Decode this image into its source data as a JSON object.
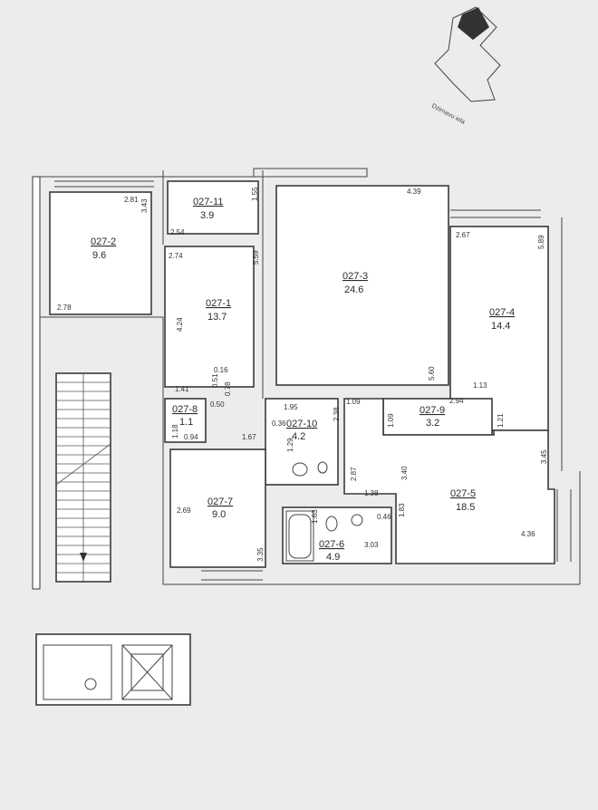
{
  "compass_street": "Dzirnavu iela",
  "rooms": [
    {
      "id": "027-2",
      "area": "9.6"
    },
    {
      "id": "027-11",
      "area": "3.9"
    },
    {
      "id": "027-3",
      "area": "24.6"
    },
    {
      "id": "027-4",
      "area": "14.4"
    },
    {
      "id": "027-1",
      "area": "13.7"
    },
    {
      "id": "027-8",
      "area": "1.1"
    },
    {
      "id": "027-10",
      "area": "4.2"
    },
    {
      "id": "027-9",
      "area": "3.2"
    },
    {
      "id": "027-7",
      "area": "9.0"
    },
    {
      "id": "027-5",
      "area": "18.5"
    },
    {
      "id": "027-6",
      "area": "4.9"
    }
  ],
  "dimensions": [
    "2.81",
    "3.43",
    "2.78",
    "1.55",
    "2.54",
    "4.39",
    "2.67",
    "5.89",
    "2.74",
    "5.59",
    "4.24",
    "1.41",
    "0.16",
    "0.51",
    "0.78",
    "0.50",
    "1.18",
    "0.94",
    "1.67",
    "1.95",
    "2.38",
    "0.36",
    "1.29",
    "1.09",
    "1.13",
    "2.94",
    "1.09",
    "1.21",
    "5.60",
    "2.87",
    "3.40",
    "3.45",
    "1.38",
    "1.83",
    "4.36",
    "2.69",
    "3.35",
    "1.63",
    "0.46",
    "3.03"
  ]
}
